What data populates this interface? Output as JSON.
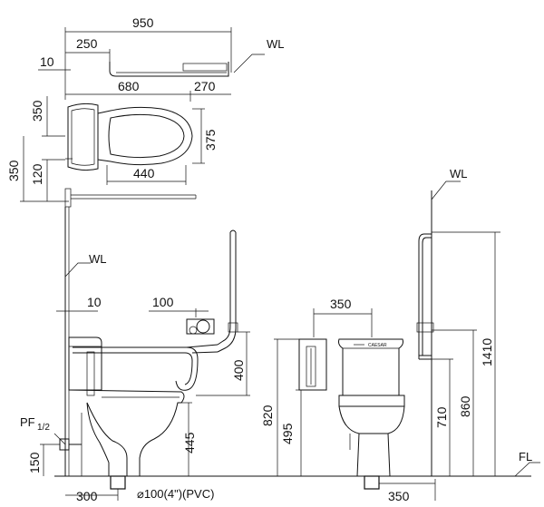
{
  "plan": {
    "dims": {
      "overall_width": "950",
      "offset_250": "250",
      "offset_10": "10",
      "depth_680": "680",
      "bar_270": "270",
      "height_350_top": "350",
      "seat_375": "375",
      "height_350_side": "350",
      "height_120": "120",
      "width_440": "440"
    },
    "wall_label": "WL"
  },
  "side_view": {
    "wall_label": "WL",
    "dims": {
      "offset_10": "10",
      "offset_100": "100",
      "bar_400": "400",
      "height_820": "820",
      "height_445": "445",
      "height_150": "150",
      "depth_300": "300",
      "pipe_spec": "⌀100(4\")(PVC)"
    },
    "pf_label": "PF",
    "pf_sub": "1/2"
  },
  "front_view": {
    "wall_label": "WL",
    "floor_label": "FL",
    "brand": "CAESAR",
    "dims": {
      "width_350_top": "350",
      "height_495": "495",
      "height_710": "710",
      "height_860": "860",
      "height_1410": "1410",
      "width_350_bottom": "350"
    }
  }
}
